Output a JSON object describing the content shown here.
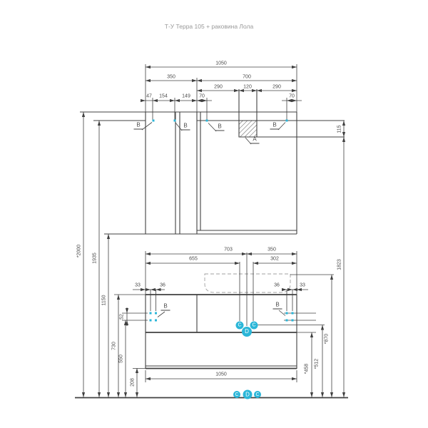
{
  "title": "Т-У Терра 105 + раковина Лола",
  "colors": {
    "accent": "#2bb6d8",
    "line": "#404040",
    "dim_text": "#4a4a4a",
    "title_text": "#999999"
  },
  "callouts": {
    "A": "A",
    "B": "B",
    "C": "C",
    "D": "D"
  },
  "dims": {
    "top_total": "1050",
    "top_left": "350",
    "top_right": "700",
    "top_290a": "290",
    "top_120": "120",
    "top_290b": "290",
    "top_47": "47",
    "top_154": "154",
    "top_149": "149",
    "top_70a": "70",
    "top_70b": "70",
    "mid_703": "703",
    "mid_350": "350",
    "mid_655": "655",
    "mid_302": "302",
    "small_33l": "33",
    "small_36l": "36",
    "small_36r": "36",
    "small_33r": "33",
    "left_2000": "*2000",
    "left_1935": "1935",
    "left_1150": "1150",
    "left_730": "730",
    "left_550": "550",
    "left_52": "52",
    "left_208": "208",
    "right_115": "115",
    "right_1823": "1823",
    "right_870": "*870",
    "right_512": "*512",
    "right_458": "*458",
    "bottom_total": "1050"
  }
}
